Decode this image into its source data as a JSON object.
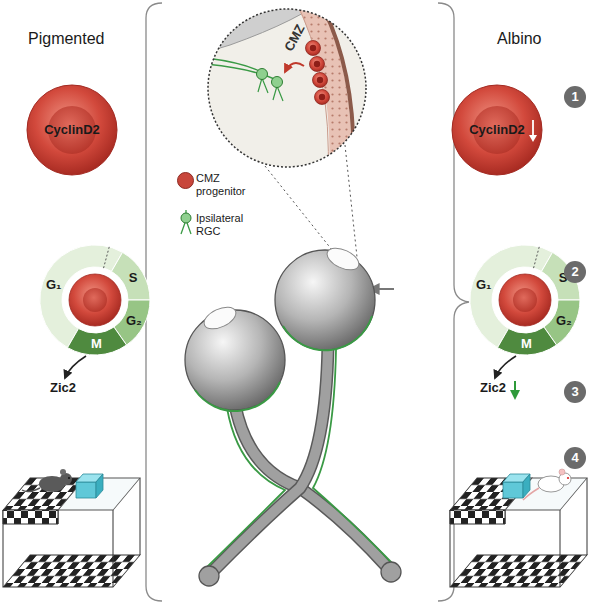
{
  "diagram": {
    "nodes": [
      {
        "text": [
          "CMZ"
        ]
      },
      {
        "text": [
          "CyclinD2"
        ]
      },
      {
        "text": [
          "CyclinD2"
        ]
      },
      {
        "text": [
          "G₁",
          "S",
          "G₂",
          "M"
        ]
      },
      {
        "text": [
          "G₁",
          "S",
          "G₂",
          "M"
        ]
      }
    ],
    "labels": [
      "Pigmented",
      "Albino",
      "1",
      "2",
      "Zic2",
      "Zic2",
      "3",
      "4"
    ],
    "legend": [
      {
        "text": "CMZ progenitor",
        "color": "#c8463b"
      },
      {
        "text": "Ipsilateral RGC"
      }
    ]
  }
}
